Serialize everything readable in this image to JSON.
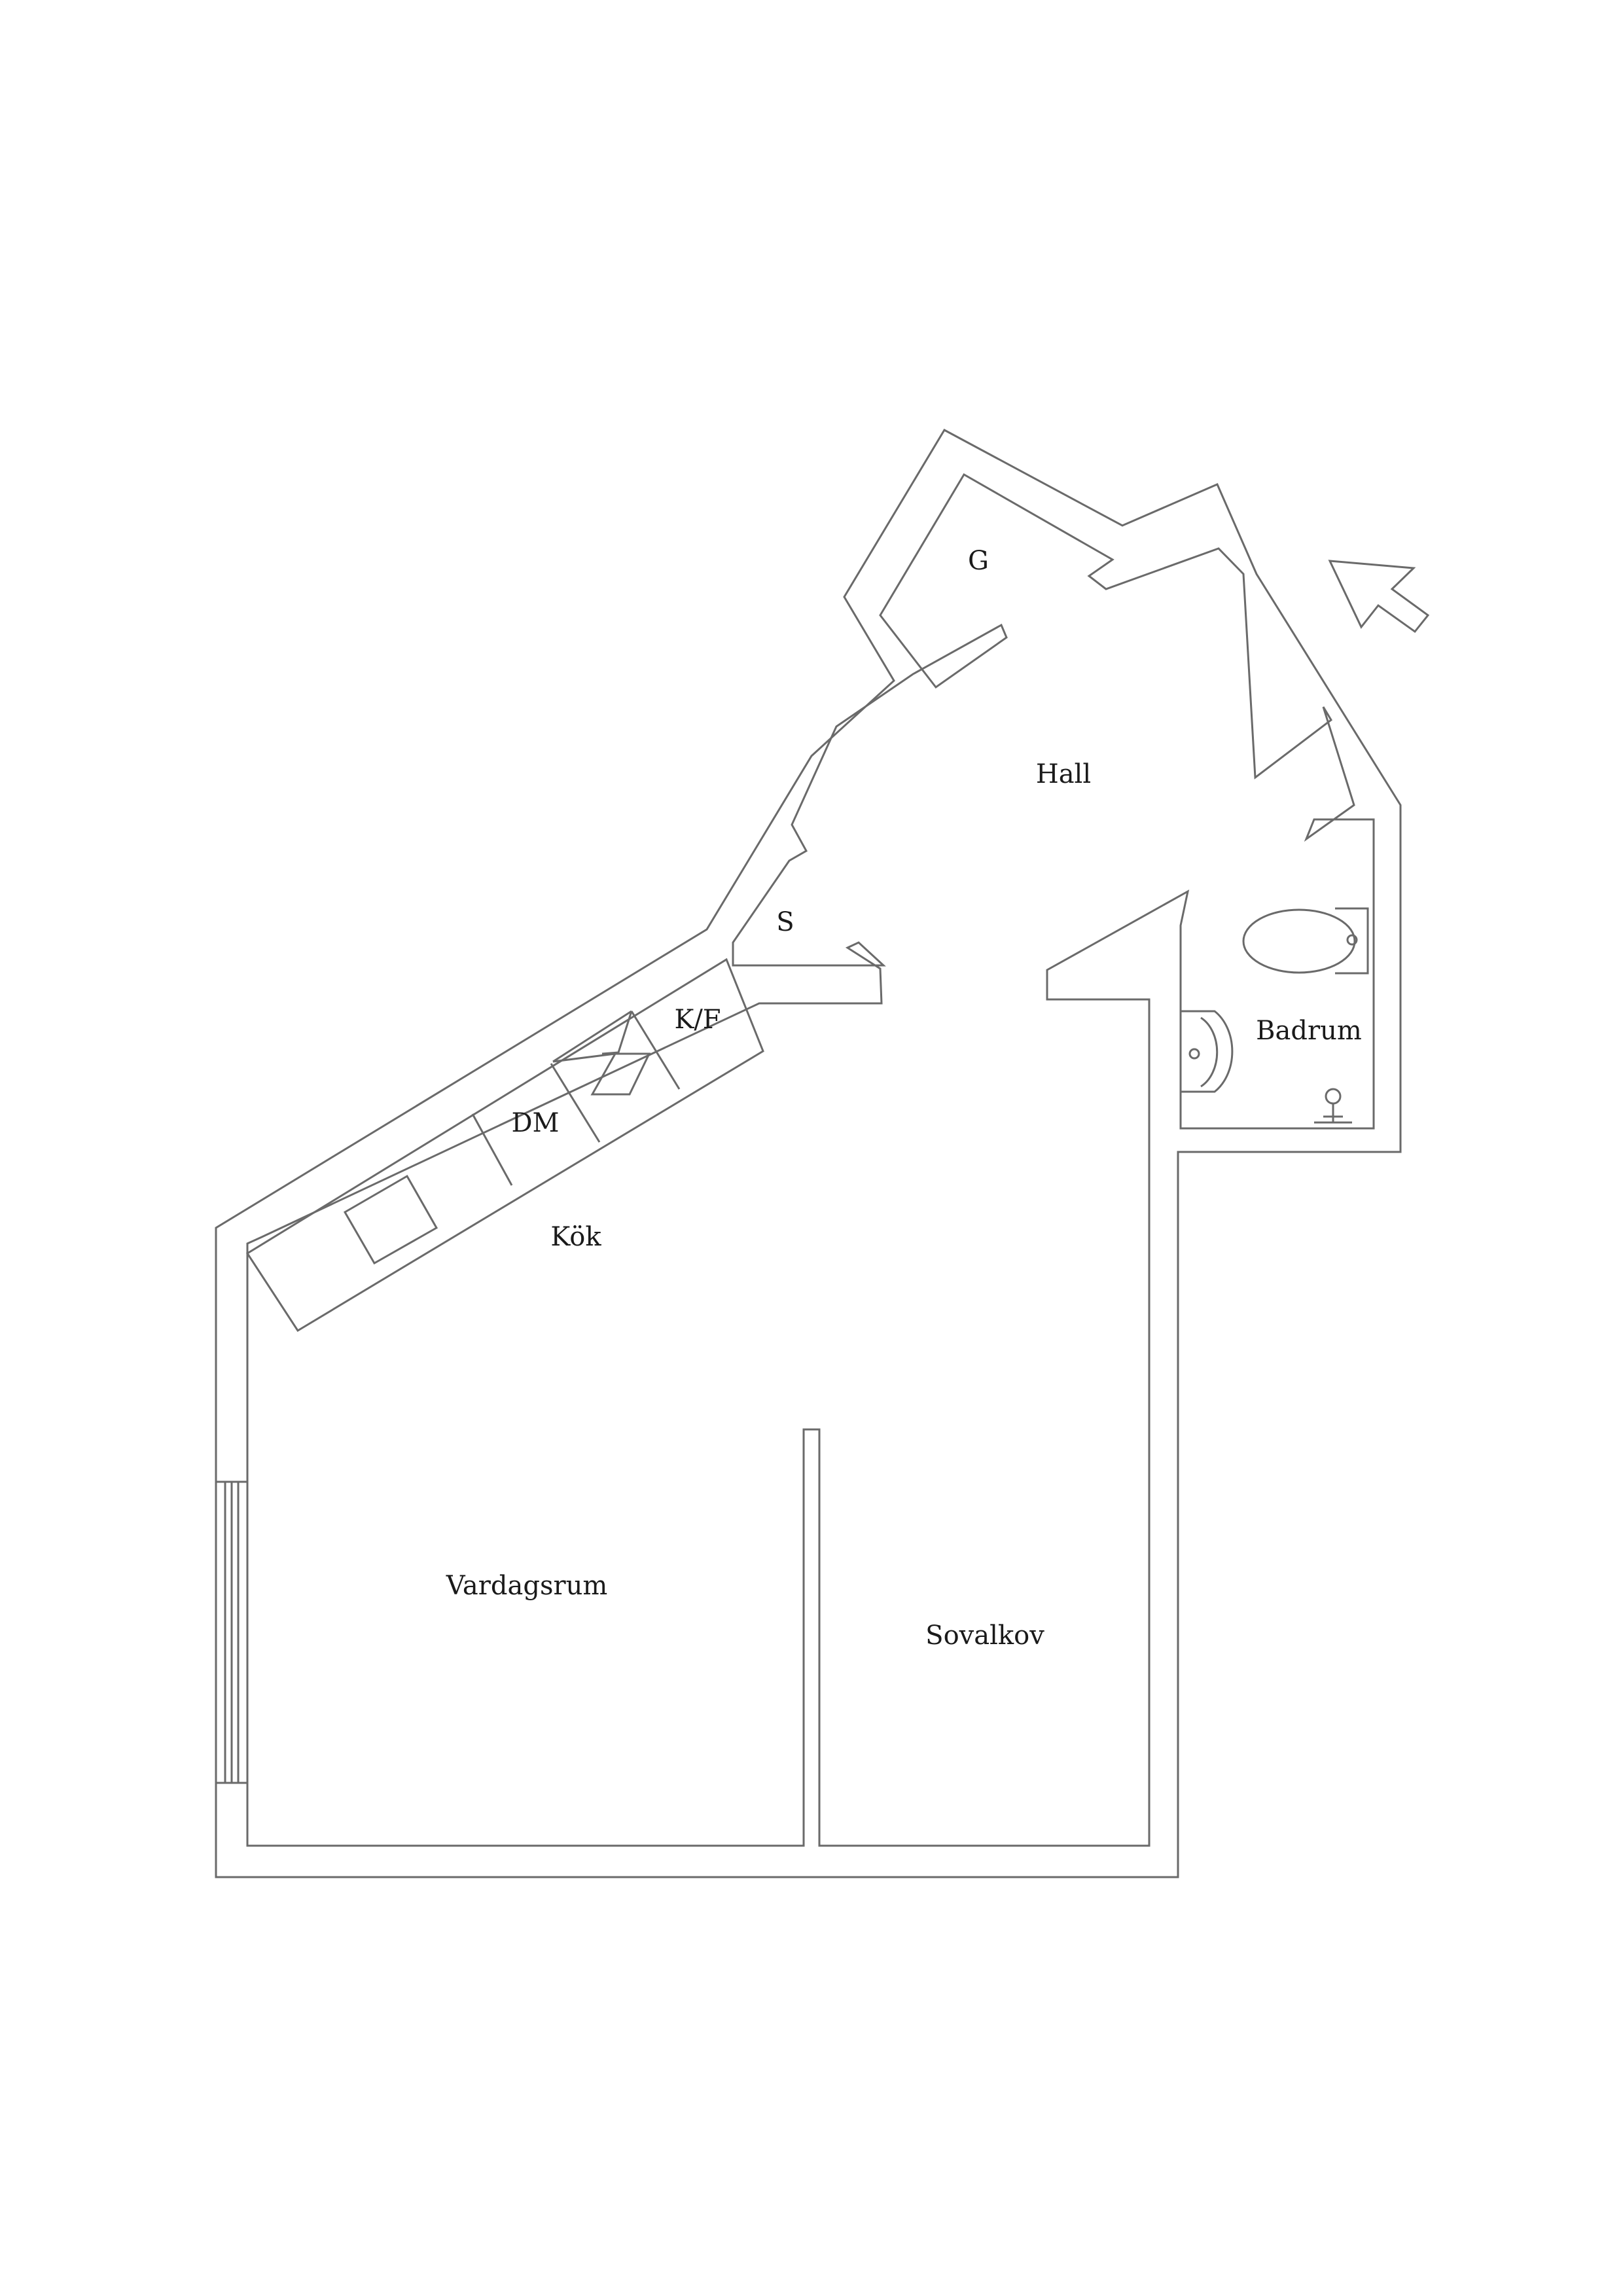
{
  "floorplan": {
    "rooms": {
      "g": "G",
      "hall": "Hall",
      "s": "S",
      "kf": "K/F",
      "badrum": "Badrum",
      "dm": "DM",
      "kok": "Kök",
      "vardagsrum": "Vardagsrum",
      "sovalkov": "Sovalkov"
    },
    "colors": {
      "line": "#6a6a6a",
      "text": "#1a1a1a",
      "background": "#ffffff"
    },
    "icons": [
      "entrance-arrow-icon",
      "toilet-icon",
      "sink-icon",
      "shower-icon",
      "stove-icon"
    ]
  }
}
